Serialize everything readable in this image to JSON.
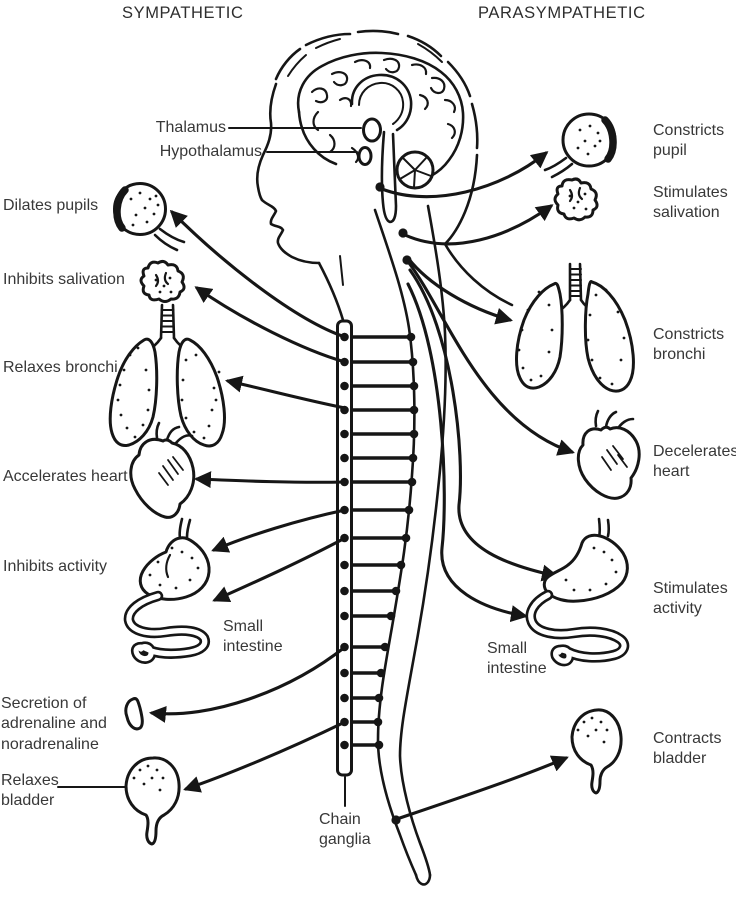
{
  "titles": {
    "sympathetic": "SYMPATHETIC",
    "parasympathetic": "PARASYMPATHETIC"
  },
  "brain": {
    "thalamus": "Thalamus",
    "hypothalamus": "Hypothalamus"
  },
  "sympathetic_effects": {
    "pupils": "Dilates pupils",
    "salivation": "Inhibits salivation",
    "bronchi": "Relaxes bronchi",
    "heart": "Accelerates heart",
    "activity": "Inhibits activity",
    "small_intestine": "Small intestine",
    "adrenal": "Secretion of adrenaline and noradrenaline",
    "bladder": "Relaxes bladder"
  },
  "parasympathetic_effects": {
    "pupil": "Constricts pupil",
    "salivation": "Stimulates salivation",
    "bronchi": "Constricts bronchi",
    "heart": "Decelerates heart",
    "activity": "Stimulates activity",
    "small_intestine": "Small intestine",
    "bladder": "Contracts bladder"
  },
  "spine": {
    "chain_ganglia": "Chain ganglia"
  },
  "colors": {
    "ink": "#161616",
    "text": "#383838",
    "background": "#ffffff"
  }
}
